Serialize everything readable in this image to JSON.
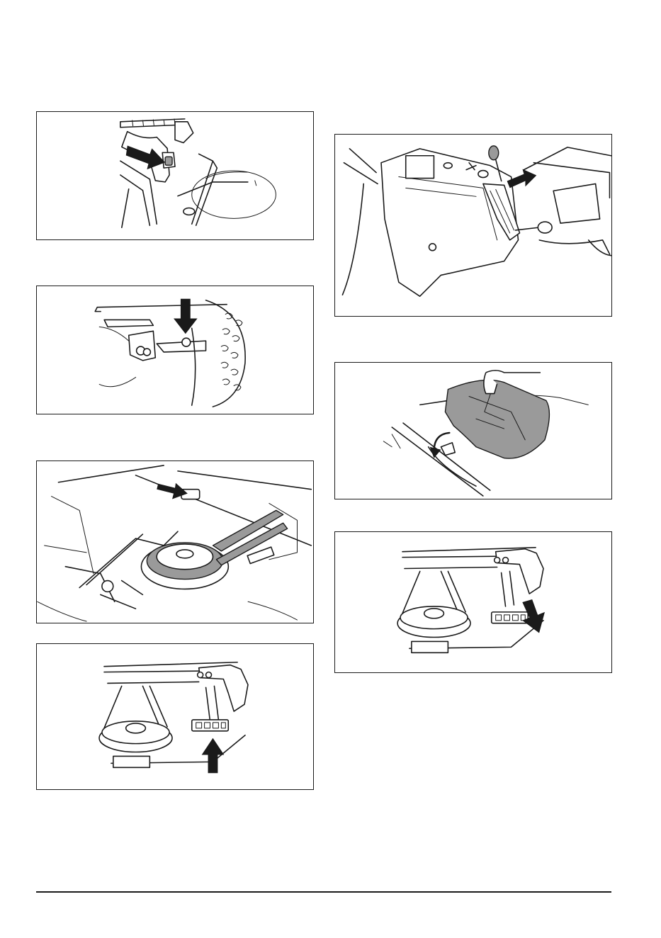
{
  "page": {
    "figures": [
      {
        "id": "fig-release-lever",
        "arrow": "right"
      },
      {
        "id": "fig-pin-lock",
        "arrow": "down"
      },
      {
        "id": "fig-belt-pulley",
        "arrow": "right"
      },
      {
        "id": "fig-tensioner-push",
        "arrow": "up"
      },
      {
        "id": "fig-control-lever",
        "arrow": "left"
      },
      {
        "id": "fig-cover-tilt",
        "arrow": "curved-left"
      },
      {
        "id": "fig-tensioner-pull",
        "arrow": "down"
      }
    ],
    "colors": {
      "line": "#1a1a1a",
      "arrow": "#1a1a1a",
      "cover_fill": "#9a9a9a",
      "background": "#ffffff"
    }
  }
}
